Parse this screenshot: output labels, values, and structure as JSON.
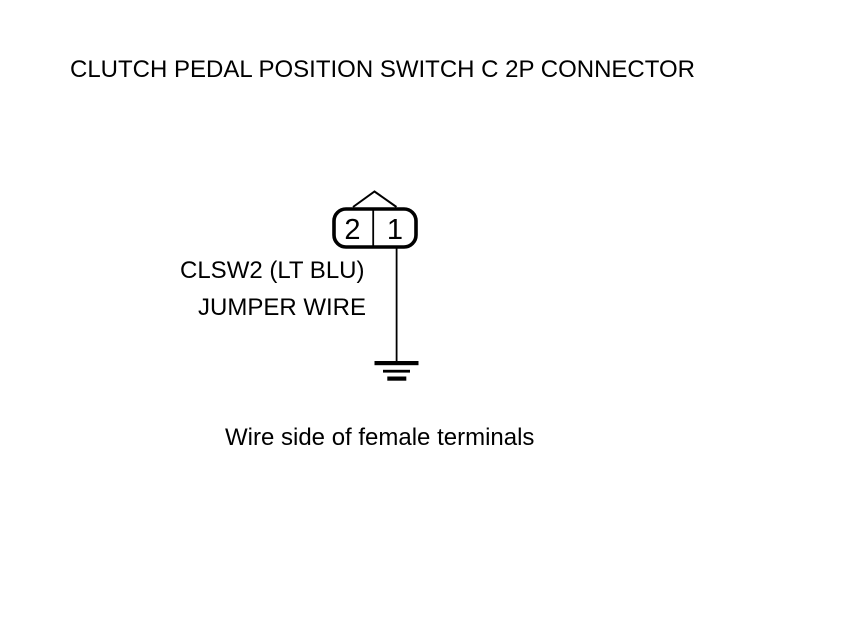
{
  "page": {
    "title": "CLUTCH PEDAL POSITION SWITCH C 2P CONNECTOR",
    "background_color": "#ffffff",
    "line_color": "#000000",
    "text_color": "#000000"
  },
  "connector": {
    "type": "2P connector, wire side of female terminals",
    "terminals": [
      {
        "number": "2"
      },
      {
        "number": "1"
      }
    ],
    "labels": {
      "wire": "CLSW2 (LT BLU)",
      "jumper": "JUMPER WIRE"
    },
    "ground_icon": "ground-icon"
  },
  "caption": "Wire side of female terminals"
}
